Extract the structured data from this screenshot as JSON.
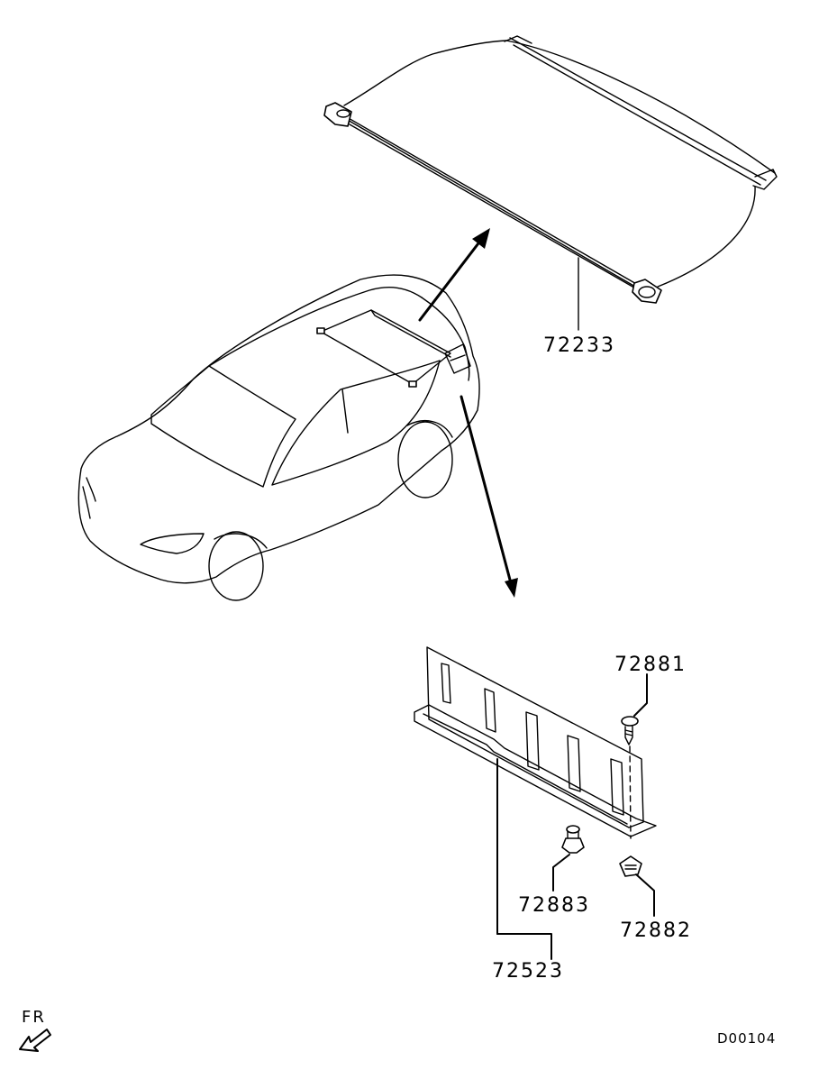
{
  "parts": [
    {
      "id": "tonneau-cover",
      "number": "72233"
    },
    {
      "id": "partition-panel",
      "number": "72523"
    },
    {
      "id": "screw",
      "number": "72881"
    },
    {
      "id": "clip-a",
      "number": "72883"
    },
    {
      "id": "clip-b",
      "number": "72882"
    }
  ],
  "orientation": {
    "label": "FR"
  },
  "drawing_code": "D00104"
}
